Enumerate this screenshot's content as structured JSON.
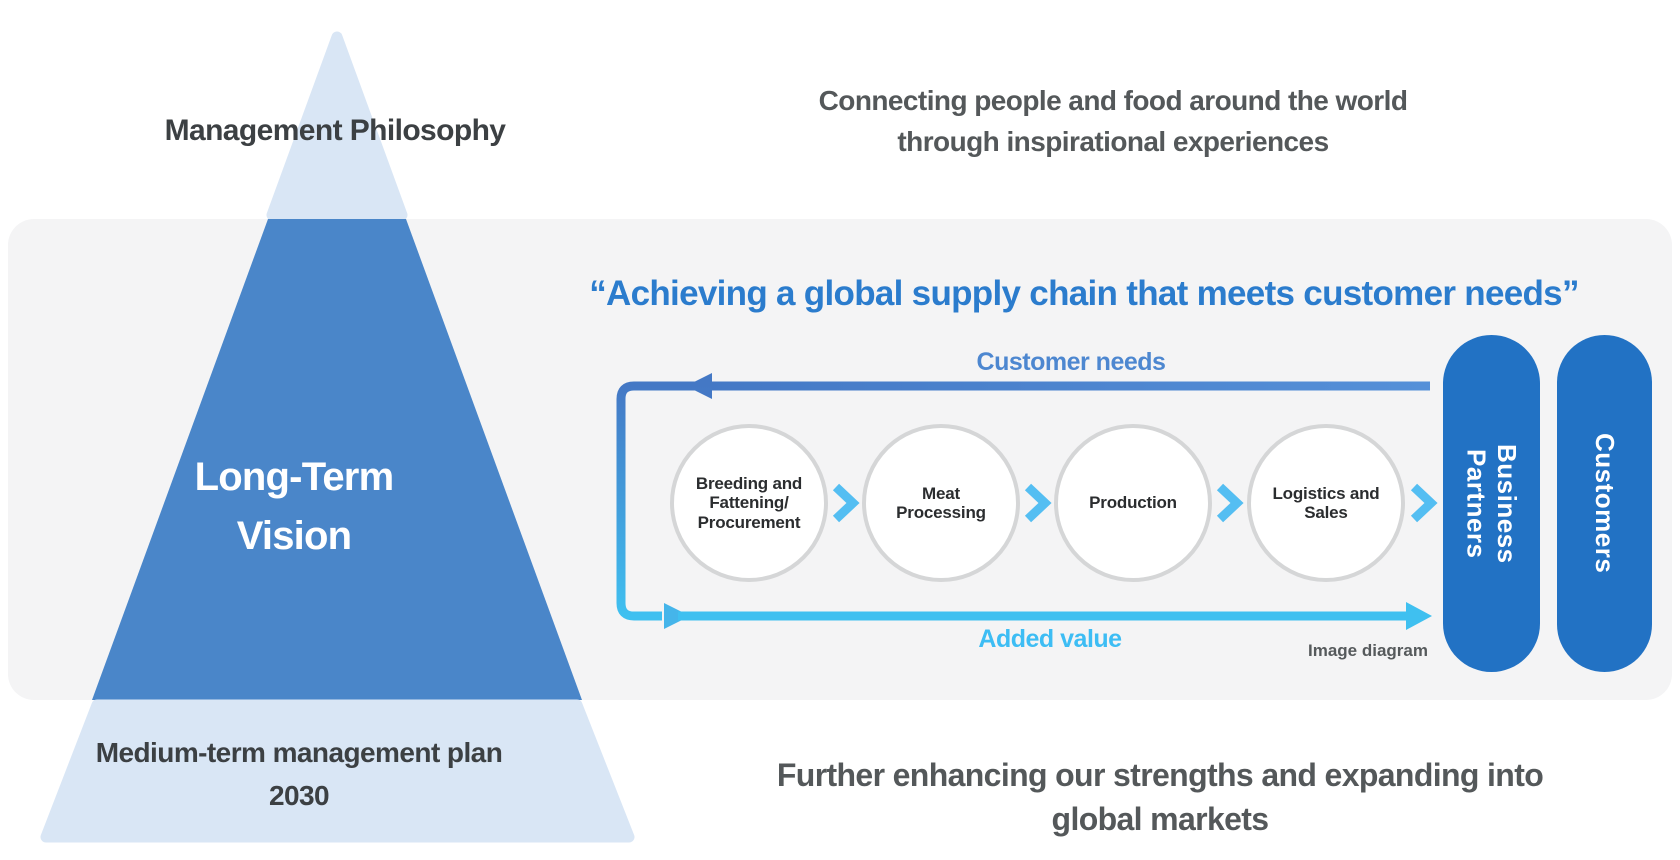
{
  "colors": {
    "background": "#ffffff",
    "panel_gray": "#f4f4f5",
    "pyramid_light": "#d9e6f5",
    "pyramid_mid": "#4a86c9",
    "heading_dark": "#54585a",
    "pyramid_text_dark": "#3c4043",
    "vision_text_white": "#ffffff",
    "headline_blue": "#2b7ccd",
    "customer_needs_blue": "#4d87d0",
    "added_value_cyan": "#3dbdf4",
    "arrow_top_left": "#4478c5",
    "arrow_top_right": "#5590d8",
    "arrow_bottom_cyan": "#3fc0f0",
    "loop_mid_blue": "#45b5ea",
    "chevron_cyan": "#54bef2",
    "capsule_blue": "#2272c4",
    "circle_border_gray": "#d5d6d7",
    "caption_gray": "#565a5c"
  },
  "pyramid": {
    "top_label": "Management Philosophy",
    "middle_label": "Long-Term\nVision",
    "bottom_label": "Medium-term management plan\n2030"
  },
  "philosophy": {
    "line1": "Connecting people and food around the world",
    "line2": "through inspirational experiences"
  },
  "vision": {
    "headline": "“Achieving a global supply chain that meets customer needs”"
  },
  "supply_chain": {
    "top_arrow_label": "Customer needs",
    "bottom_arrow_label": "Added value",
    "caption": "Image diagram",
    "stages": [
      "Breeding and\nFattening/\nProcurement",
      "Meat\nProcessing",
      "Production",
      "Logistics and\nSales"
    ],
    "partners": [
      "Business\nPartners",
      "Customers"
    ]
  },
  "footer": {
    "line1": "Further enhancing our strengths and expanding into",
    "line2": "global markets"
  }
}
